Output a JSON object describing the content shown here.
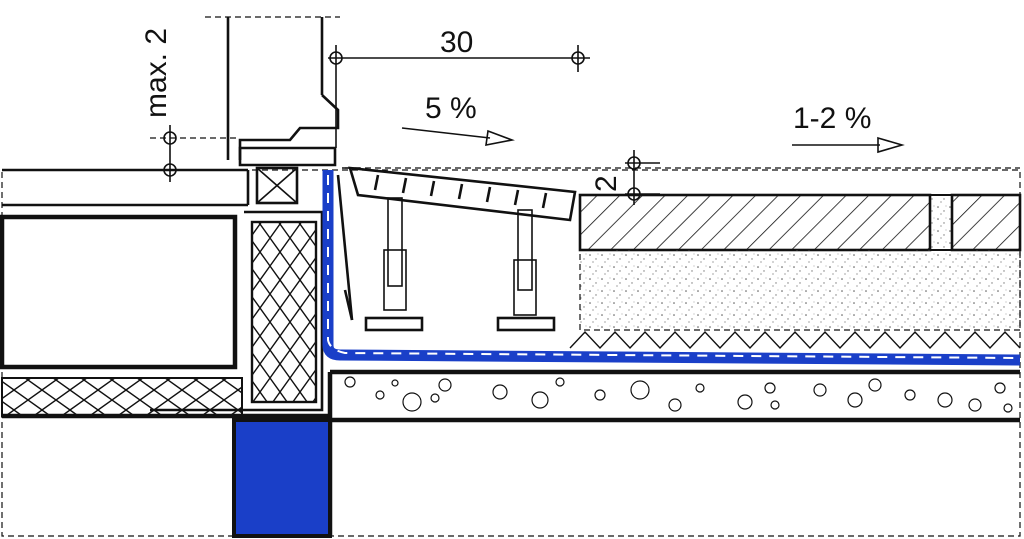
{
  "dimensions": {
    "gap_width": "30",
    "threshold_height": "max. 2",
    "step_height": "2"
  },
  "slopes": {
    "grating_slope": "5 %",
    "paving_slope": "1-2 %"
  },
  "colors": {
    "waterproofing": "#1a3fc8",
    "ink": "#111111",
    "background": "#ffffff"
  }
}
